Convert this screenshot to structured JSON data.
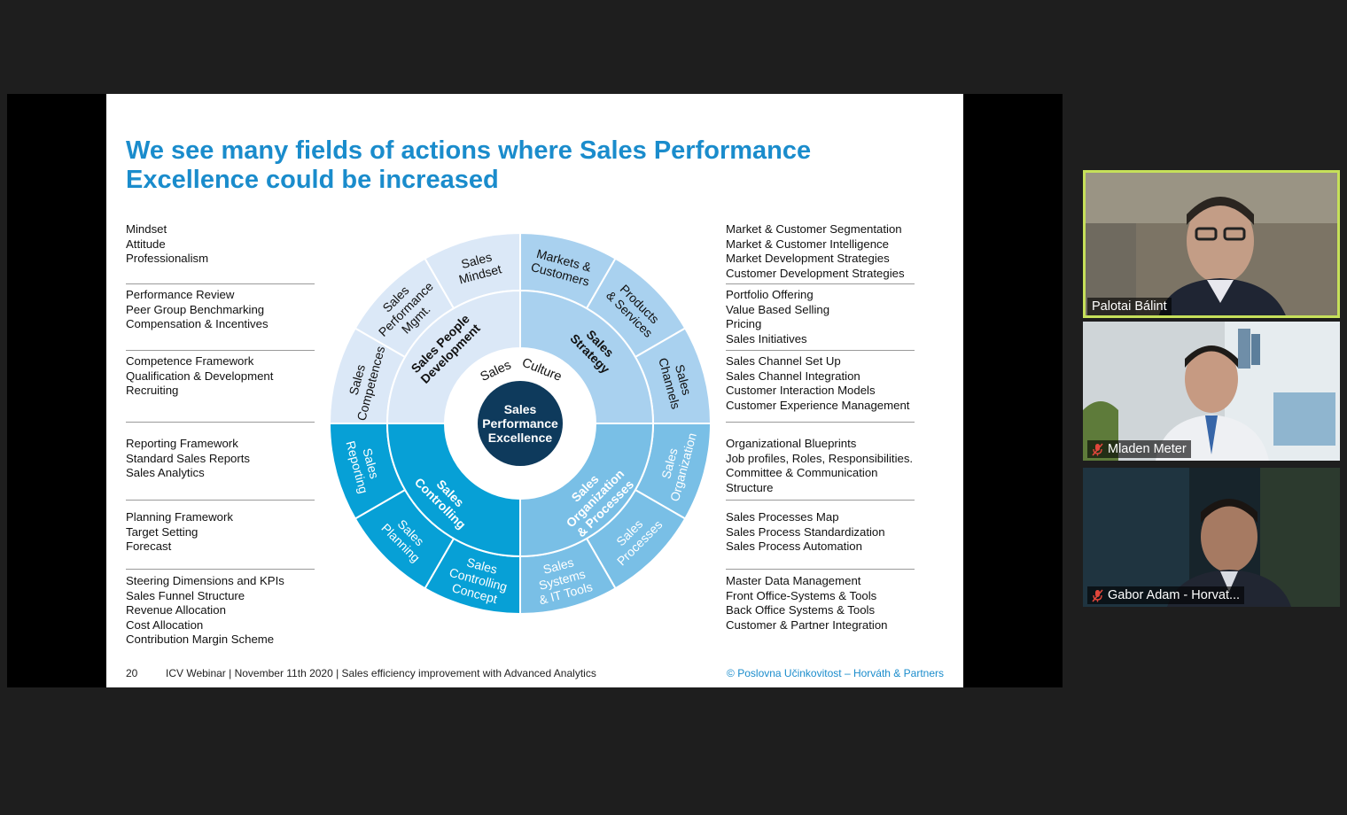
{
  "slide": {
    "title": "We see many fields of actions where Sales Performance Excellence could be increased",
    "left_groups": [
      [
        "Mindset",
        "Attitude",
        "Professionalism"
      ],
      [
        "Performance Review",
        "Peer Group Benchmarking",
        "Compensation & Incentives"
      ],
      [
        "Competence Framework",
        "Qualification & Development",
        "Recruiting"
      ],
      [
        "Reporting Framework",
        "Standard Sales Reports",
        "Sales Analytics"
      ],
      [
        "Planning Framework",
        "Target Setting",
        "Forecast"
      ],
      [
        "Steering Dimensions and KPIs",
        "Sales Funnel Structure",
        "Revenue Allocation",
        "Cost Allocation",
        "Contribution Margin Scheme"
      ]
    ],
    "right_groups": [
      [
        "Market & Customer Segmentation",
        "Market & Customer Intelligence",
        "Market Development Strategies",
        "Customer Development Strategies"
      ],
      [
        "Portfolio Offering",
        "Value Based Selling",
        "Pricing",
        "Sales Initiatives"
      ],
      [
        "Sales Channel Set Up",
        "Sales Channel Integration",
        "Customer Interaction Models",
        "Customer Experience Management"
      ],
      [
        "Organizational Blueprints",
        "Job profiles, Roles, Responsibilities.",
        "Committee & Communication",
        "Structure"
      ],
      [
        "Sales Processes Map",
        "Sales Process Standardization",
        "Sales Process Automation"
      ],
      [
        "Master Data Management",
        "Front Office-Systems & Tools",
        "Back Office Systems & Tools",
        "Customer & Partner Integration"
      ]
    ],
    "wheel": {
      "center": [
        "Sales",
        "Performance",
        "Excellence"
      ],
      "inner_ring": [
        "Sales",
        "Culture"
      ],
      "quadrants": [
        {
          "label": [
            "Sales People",
            "Development"
          ],
          "color": "#dbe8f7",
          "text_color": "#111111"
        },
        {
          "label": [
            "Sales",
            "Strategy"
          ],
          "color": "#a9d1ef",
          "text_color": "#111111"
        },
        {
          "label": [
            "Sales",
            "Organization",
            "& Processes"
          ],
          "color": "#79bfe6",
          "text_color": "#ffffff"
        },
        {
          "label": [
            "Sales",
            "Controlling"
          ],
          "color": "#07a0d6",
          "text_color": "#ffffff"
        }
      ],
      "outer_segments": [
        {
          "label": [
            "Sales",
            "Competences"
          ],
          "quadrant": 0
        },
        {
          "label": [
            "Sales",
            "Performance",
            "Mgmt."
          ],
          "quadrant": 0
        },
        {
          "label": [
            "Sales",
            "Mindset"
          ],
          "quadrant": 0
        },
        {
          "label": [
            "Markets &",
            "Customers"
          ],
          "quadrant": 1
        },
        {
          "label": [
            "Products",
            "& Services"
          ],
          "quadrant": 1
        },
        {
          "label": [
            "Sales",
            "Channels"
          ],
          "quadrant": 1
        },
        {
          "label": [
            "Sales",
            "Organization"
          ],
          "quadrant": 2
        },
        {
          "label": [
            "Sales",
            "Processes"
          ],
          "quadrant": 2
        },
        {
          "label": [
            "Sales",
            "Systems",
            "& IT Tools"
          ],
          "quadrant": 2
        },
        {
          "label": [
            "Sales",
            "Controlling",
            "Concept"
          ],
          "quadrant": 3
        },
        {
          "label": [
            "Sales",
            "Planning"
          ],
          "quadrant": 3
        },
        {
          "label": [
            "Sales",
            "Reporting"
          ],
          "quadrant": 3
        }
      ]
    },
    "footer": {
      "page": "20",
      "text": "ICV Webinar | November 11th 2020 | Sales efficiency improvement with Advanced Analytics",
      "copyright": "© Poslovna Učinkovitost – Horváth & Partners"
    }
  },
  "participants": [
    {
      "name": "Palotai Bálint",
      "muted": false,
      "active": true
    },
    {
      "name": "Mladen Meter",
      "muted": true,
      "active": false
    },
    {
      "name": "Gabor Adam - Horvat...",
      "muted": true,
      "active": false
    }
  ],
  "colors": {
    "accent": "#1a8ccc",
    "center": "#0e3a5c",
    "active_border": "#c6e05a",
    "muted_icon": "#e0463b"
  }
}
